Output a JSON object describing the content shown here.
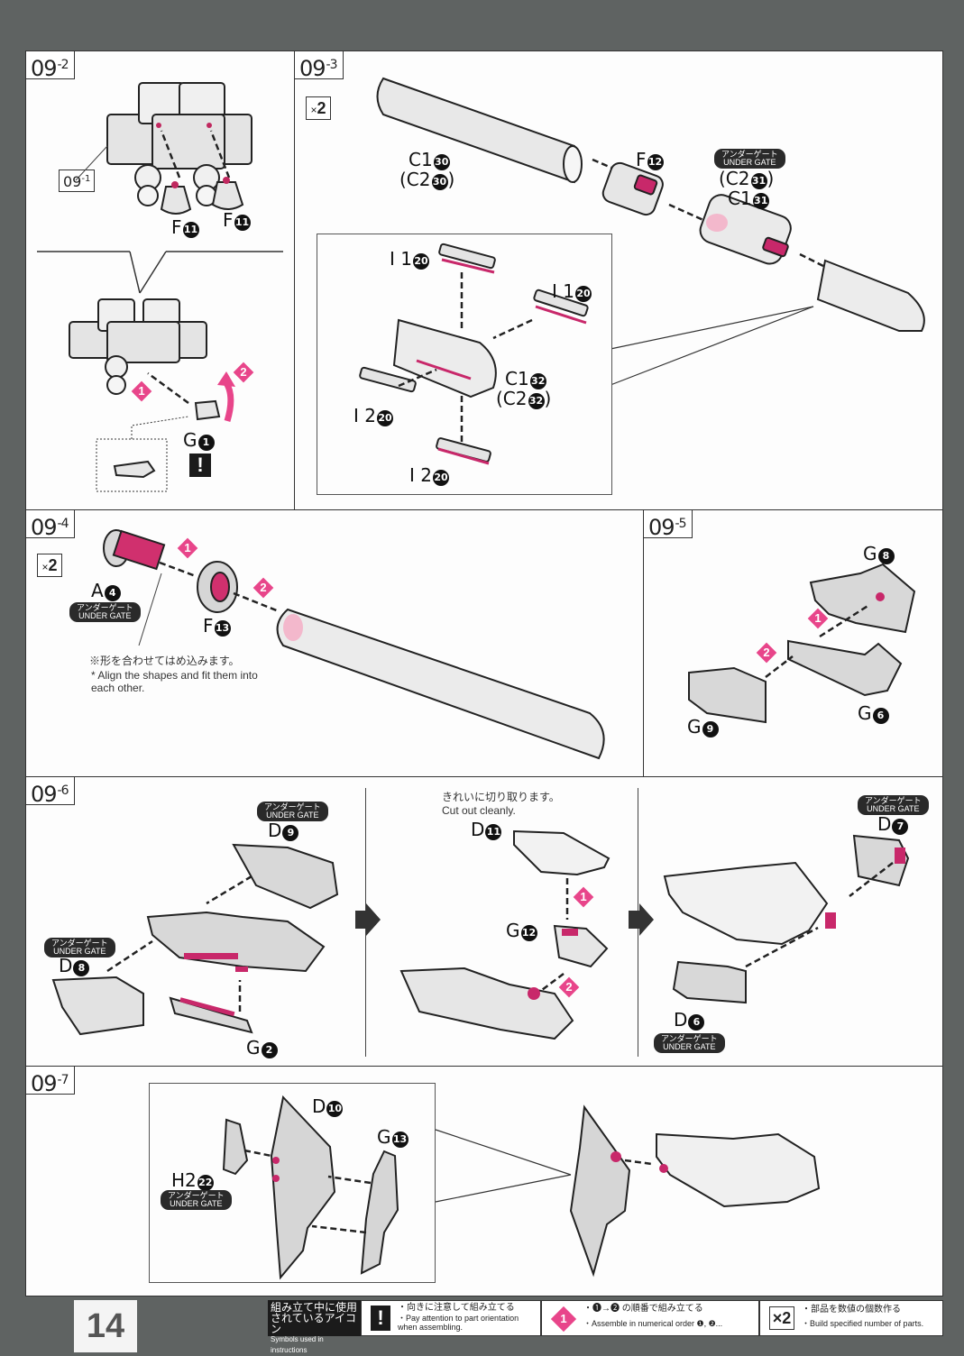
{
  "page_number": "14",
  "accent_color": "#e8458a",
  "steps": {
    "s09_2": {
      "tag": "09",
      "tag_sub": "-2",
      "ref_tag": "09",
      "ref_tag_sub": "-1",
      "parts": [
        {
          "letter": "F",
          "num": "11"
        },
        {
          "letter": "F",
          "num": "11"
        }
      ],
      "detail": {
        "part": {
          "letter": "G",
          "num": "1"
        },
        "order": [
          "1",
          "2"
        ],
        "warning_icon": "!"
      }
    },
    "s09_3": {
      "tag": "09",
      "tag_sub": "-3",
      "multiplier": {
        "x": "×",
        "n": "2"
      },
      "parts": {
        "tube": {
          "line1": {
            "letter": "C1",
            "num": "30"
          },
          "line2": {
            "letter": "(C2",
            "num": "30",
            "suffix": ")"
          }
        },
        "cap": {
          "letter": "F",
          "num": "12"
        },
        "sleeve": {
          "gate_jp": "アンダーゲート",
          "gate_en": "UNDER GATE",
          "line1": {
            "letter": "(C2",
            "num": "31",
            "suffix": ")"
          },
          "line2": {
            "letter": "C1",
            "num": "31"
          }
        }
      },
      "detail": {
        "rails": [
          {
            "letter": "I 1",
            "num": "20"
          },
          {
            "letter": "I 1",
            "num": "20"
          },
          {
            "letter": "I 2",
            "num": "20"
          },
          {
            "letter": "I 2",
            "num": "20"
          }
        ],
        "body": {
          "line1": {
            "letter": "C1",
            "num": "32"
          },
          "line2": {
            "letter": "(C2",
            "num": "32",
            "suffix": ")"
          }
        }
      }
    },
    "s09_4": {
      "tag": "09",
      "tag_sub": "-4",
      "multiplier": {
        "x": "×",
        "n": "2"
      },
      "parts": [
        {
          "letter": "A",
          "num": "4",
          "gate_jp": "アンダーゲート",
          "gate_en": "UNDER GATE"
        },
        {
          "letter": "F",
          "num": "13"
        }
      ],
      "order": [
        "1",
        "2"
      ],
      "note_jp": "※形を合わせてはめ込みます。",
      "note_en": "* Align the shapes and fit them into each other."
    },
    "s09_5": {
      "tag": "09",
      "tag_sub": "-5",
      "parts": [
        {
          "letter": "G",
          "num": "8"
        },
        {
          "letter": "G",
          "num": "6"
        },
        {
          "letter": "G",
          "num": "9"
        }
      ],
      "order": [
        "1",
        "2"
      ]
    },
    "s09_6": {
      "tag": "09",
      "tag_sub": "-6",
      "a": {
        "parts": [
          {
            "letter": "D",
            "num": "9",
            "gate_jp": "アンダーゲート",
            "gate_en": "UNDER GATE"
          },
          {
            "letter": "D",
            "num": "8",
            "gate_jp": "アンダーゲート",
            "gate_en": "UNDER GATE"
          },
          {
            "letter": "G",
            "num": "2"
          }
        ]
      },
      "b": {
        "note_jp": "きれいに切り取ります。",
        "note_en": "Cut out cleanly.",
        "parts": [
          {
            "letter": "D",
            "num": "11"
          },
          {
            "letter": "G",
            "num": "12"
          }
        ],
        "order": [
          "1",
          "2"
        ]
      },
      "c": {
        "parts": [
          {
            "letter": "D",
            "num": "7",
            "gate_jp": "アンダーゲート",
            "gate_en": "UNDER GATE"
          },
          {
            "letter": "D",
            "num": "6",
            "gate_jp": "アンダーゲート",
            "gate_en": "UNDER GATE"
          }
        ]
      }
    },
    "s09_7": {
      "tag": "09",
      "tag_sub": "-7",
      "parts": [
        {
          "letter": "D",
          "num": "10"
        },
        {
          "letter": "G",
          "num": "13"
        },
        {
          "letter": "H2",
          "num": "22",
          "gate_jp": "アンダーゲート",
          "gate_en": "UNDER GATE"
        }
      ]
    }
  },
  "legend": {
    "title_jp_1": "組み立て中に使用",
    "title_jp_2": "されているアイコン",
    "title_en": "Symbols used in instructions",
    "items": [
      {
        "icon": "!",
        "jp": "・向きに注意して組み立てる",
        "en": "・Pay attention to part orientation when assembling."
      },
      {
        "icon": "1",
        "jp": "・❶→❷ の順番で組み立てる",
        "en": "・Assemble in numerical order ❶, ❷..."
      },
      {
        "icon": "×2",
        "jp": "・部品を数値の個数作る",
        "en": "・Build specified number of parts."
      }
    ]
  }
}
